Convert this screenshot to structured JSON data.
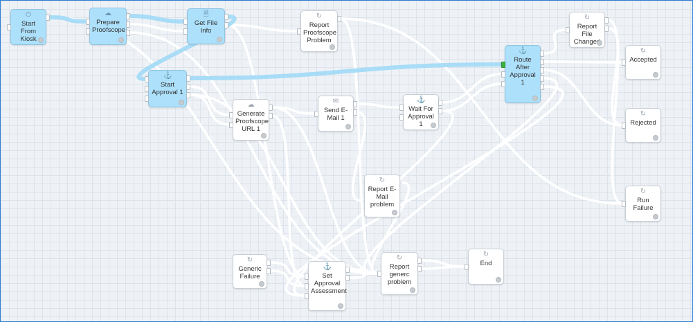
{
  "nodes": [
    {
      "id": "start_kiosk",
      "label": "Start From Kiosk",
      "icon": "play-icon",
      "selected": true
    },
    {
      "id": "prepare",
      "label": "Prepare Proofscope",
      "icon": "cloud-icon",
      "selected": true
    },
    {
      "id": "getfile",
      "label": "Get File Info",
      "icon": "document-icon",
      "selected": true
    },
    {
      "id": "report_proof",
      "label": "Report Proofscope Problem",
      "icon": "refresh-icon",
      "selected": false
    },
    {
      "id": "start_approval",
      "label": "Start Approval 1",
      "icon": "anchor-icon",
      "selected": true
    },
    {
      "id": "generate",
      "label": "Generate Proofscope URL 1",
      "icon": "cloud-icon",
      "selected": false
    },
    {
      "id": "send_email",
      "label": "Send E-Mail 1",
      "icon": "envelope-icon",
      "selected": false
    },
    {
      "id": "wait",
      "label": "Wait For Approval 1",
      "icon": "anchor-icon",
      "selected": false
    },
    {
      "id": "route",
      "label": "Route After Approval 1",
      "icon": "anchor-icon",
      "selected": true
    },
    {
      "id": "report_file",
      "label": "Report File Changed",
      "icon": "refresh-icon",
      "selected": false
    },
    {
      "id": "accepted",
      "label": "Accepted",
      "icon": "refresh-icon",
      "selected": false
    },
    {
      "id": "rejected",
      "label": "Rejected",
      "icon": "refresh-icon",
      "selected": false
    },
    {
      "id": "report_email",
      "label": "Report E-Mail problem",
      "icon": "refresh-icon",
      "selected": false
    },
    {
      "id": "run_failure",
      "label": "Run Failure",
      "icon": "refresh-icon",
      "selected": false
    },
    {
      "id": "generic_failure",
      "label": "Generic Failure",
      "icon": "refresh-icon",
      "selected": false
    },
    {
      "id": "set_approval",
      "label": "Set Approval Assessment",
      "icon": "anchor-icon",
      "selected": false
    },
    {
      "id": "report_generic",
      "label": "Report generc problem",
      "icon": "refresh-icon",
      "selected": false
    },
    {
      "id": "end",
      "label": "End",
      "icon": "refresh-icon",
      "selected": false
    }
  ],
  "colors": {
    "wire": "#ffffff",
    "wire_highlight": "#a8dcf7",
    "selected_node": "#ade0fb",
    "port_active": "#3db33d"
  }
}
